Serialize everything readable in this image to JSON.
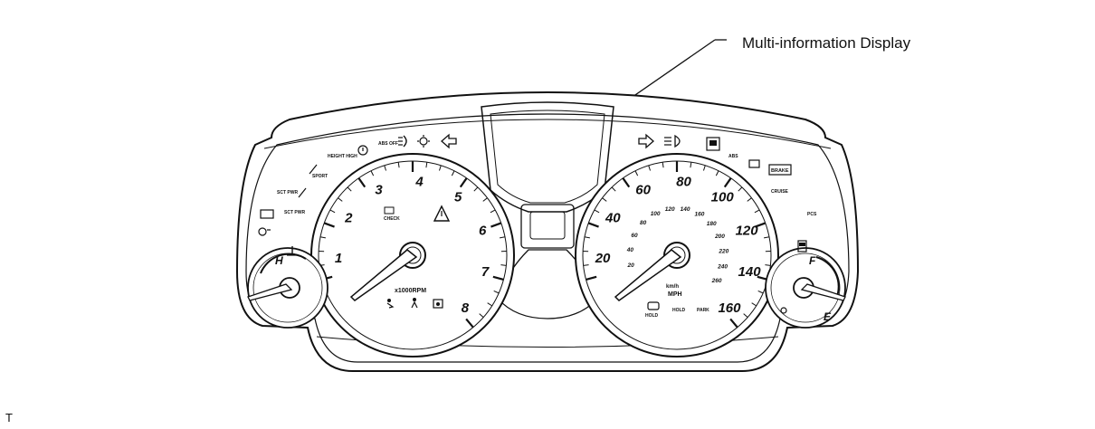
{
  "callout": {
    "label": "Multi-information Display"
  },
  "corner_mark": "T",
  "tachometer": {
    "numbers": [
      "1",
      "2",
      "3",
      "4",
      "5",
      "6",
      "7",
      "8"
    ],
    "unit_label": "x1000RPM",
    "labels": {
      "height_high": "HEIGHT HIGH",
      "sport": "SPORT",
      "sct_pwr_1": "SCT PWR",
      "sct_pwr_2": "SCT PWR",
      "check": "CHECK",
      "abs_off": "ABS OFF"
    }
  },
  "speedometer": {
    "numbers": [
      "20",
      "40",
      "60",
      "80",
      "100",
      "120",
      "140",
      "160"
    ],
    "kmh_numbers": [
      "20",
      "40",
      "60",
      "80",
      "100",
      "120",
      "140",
      "160",
      "180",
      "200",
      "220",
      "240",
      "260"
    ],
    "unit_label_1": "km/h",
    "unit_label_2": "MPH",
    "labels": {
      "abs": "ABS",
      "brake": "BRAKE",
      "cruise": "CRUISE",
      "pcs": "PCS",
      "hold": "HOLD",
      "hold_2": "HOLD",
      "park": "PARK"
    }
  },
  "temp_gauge": {
    "hot_label": "H"
  },
  "fuel_gauge": {
    "full_label": "F",
    "empty_label": "E"
  }
}
